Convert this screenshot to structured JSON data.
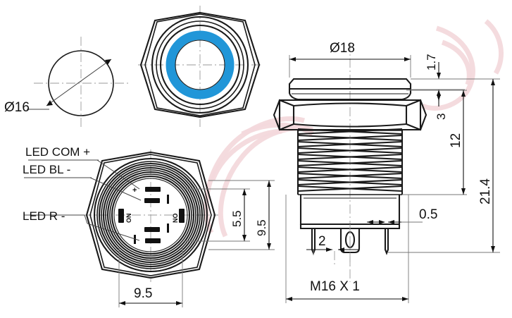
{
  "document": {
    "type": "engineering-drawing",
    "subject": "16mm metal push button switch with illuminated LED ring",
    "background_color": "#ffffff",
    "line_color": "#1a1a1a",
    "led_ring_color": "#2196d8",
    "watermark_color": "#f3d9dc"
  },
  "views": {
    "button_cap": {
      "name": "button-cap-top-view",
      "diameter_label": "Ø16"
    },
    "front": {
      "name": "front-hex-view",
      "led_ring": "blue illuminated ring"
    },
    "bottom": {
      "name": "bottom-terminal-view"
    },
    "side": {
      "name": "side-section-view"
    }
  },
  "leader_labels": [
    {
      "id": "led-com",
      "text": "LED COM +"
    },
    {
      "id": "led-bl",
      "text": "LED BL -"
    },
    {
      "id": "led-r",
      "text": "LED R -"
    }
  ],
  "terminal_marks": {
    "plus": "+",
    "minus": "I",
    "left_contact": "ON",
    "right_contact": "NO"
  },
  "dimensions": {
    "cap_diameter": "Ø16",
    "bezel_diameter": "Ø18",
    "bezel_height": "1.7",
    "cap_step": "3",
    "thread_length": "12",
    "total_height": "21.4",
    "pin_thickness": "0.5",
    "pin_spacing": "2",
    "thread_spec": "M16 X 1",
    "terminal_offset": "5.5",
    "terminal_span": "9.5",
    "terminal_width": "9.5"
  }
}
